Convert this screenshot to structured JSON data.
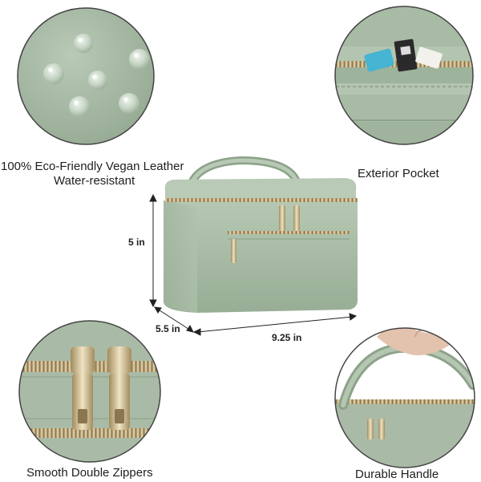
{
  "features": {
    "material_line1": "100% Eco-Friendly Vegan Leather",
    "material_line2": "Water-resistant",
    "exterior_pocket": "Exterior Pocket",
    "double_zippers": "Smooth Double Zippers",
    "durable_handle": "Durable Handle"
  },
  "dimensions": {
    "height": "5 in",
    "depth": "5.5 in",
    "width": "9.25 in"
  },
  "colors": {
    "bag": "#a9bca7",
    "bag_dark": "#8ea48c",
    "zipper_gold": "#c8b48a",
    "detail_background": "#a7b8a4"
  }
}
